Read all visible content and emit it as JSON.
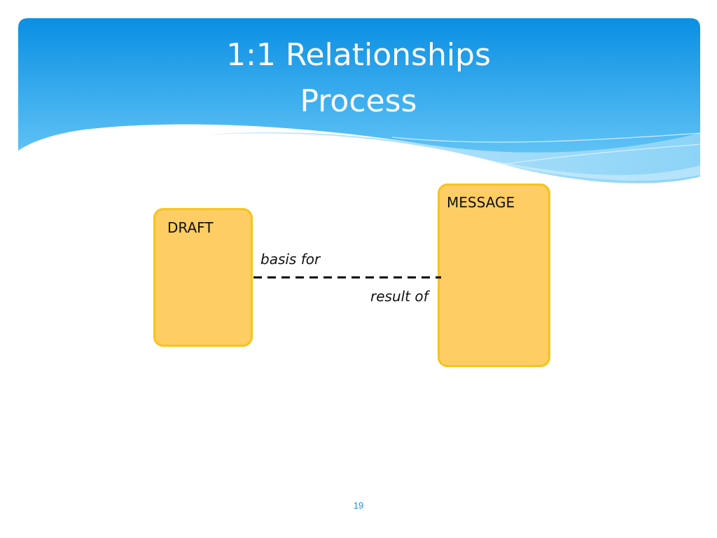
{
  "slide": {
    "title_line1": "1:1 Relationships",
    "title_line2": "Process",
    "page_number": "19"
  },
  "diagram": {
    "entities": [
      {
        "label": "DRAFT"
      },
      {
        "label": "MESSAGE"
      }
    ],
    "relationship": {
      "forward_label": "basis for",
      "reverse_label": "result of"
    }
  },
  "colors": {
    "header_top": "#0a8fe3",
    "header_bottom": "#5fc2f5",
    "entity_fill": "#fecd64",
    "entity_border": "#f6c41a",
    "connector": "#000000",
    "page_number": "#1f8fe0"
  }
}
